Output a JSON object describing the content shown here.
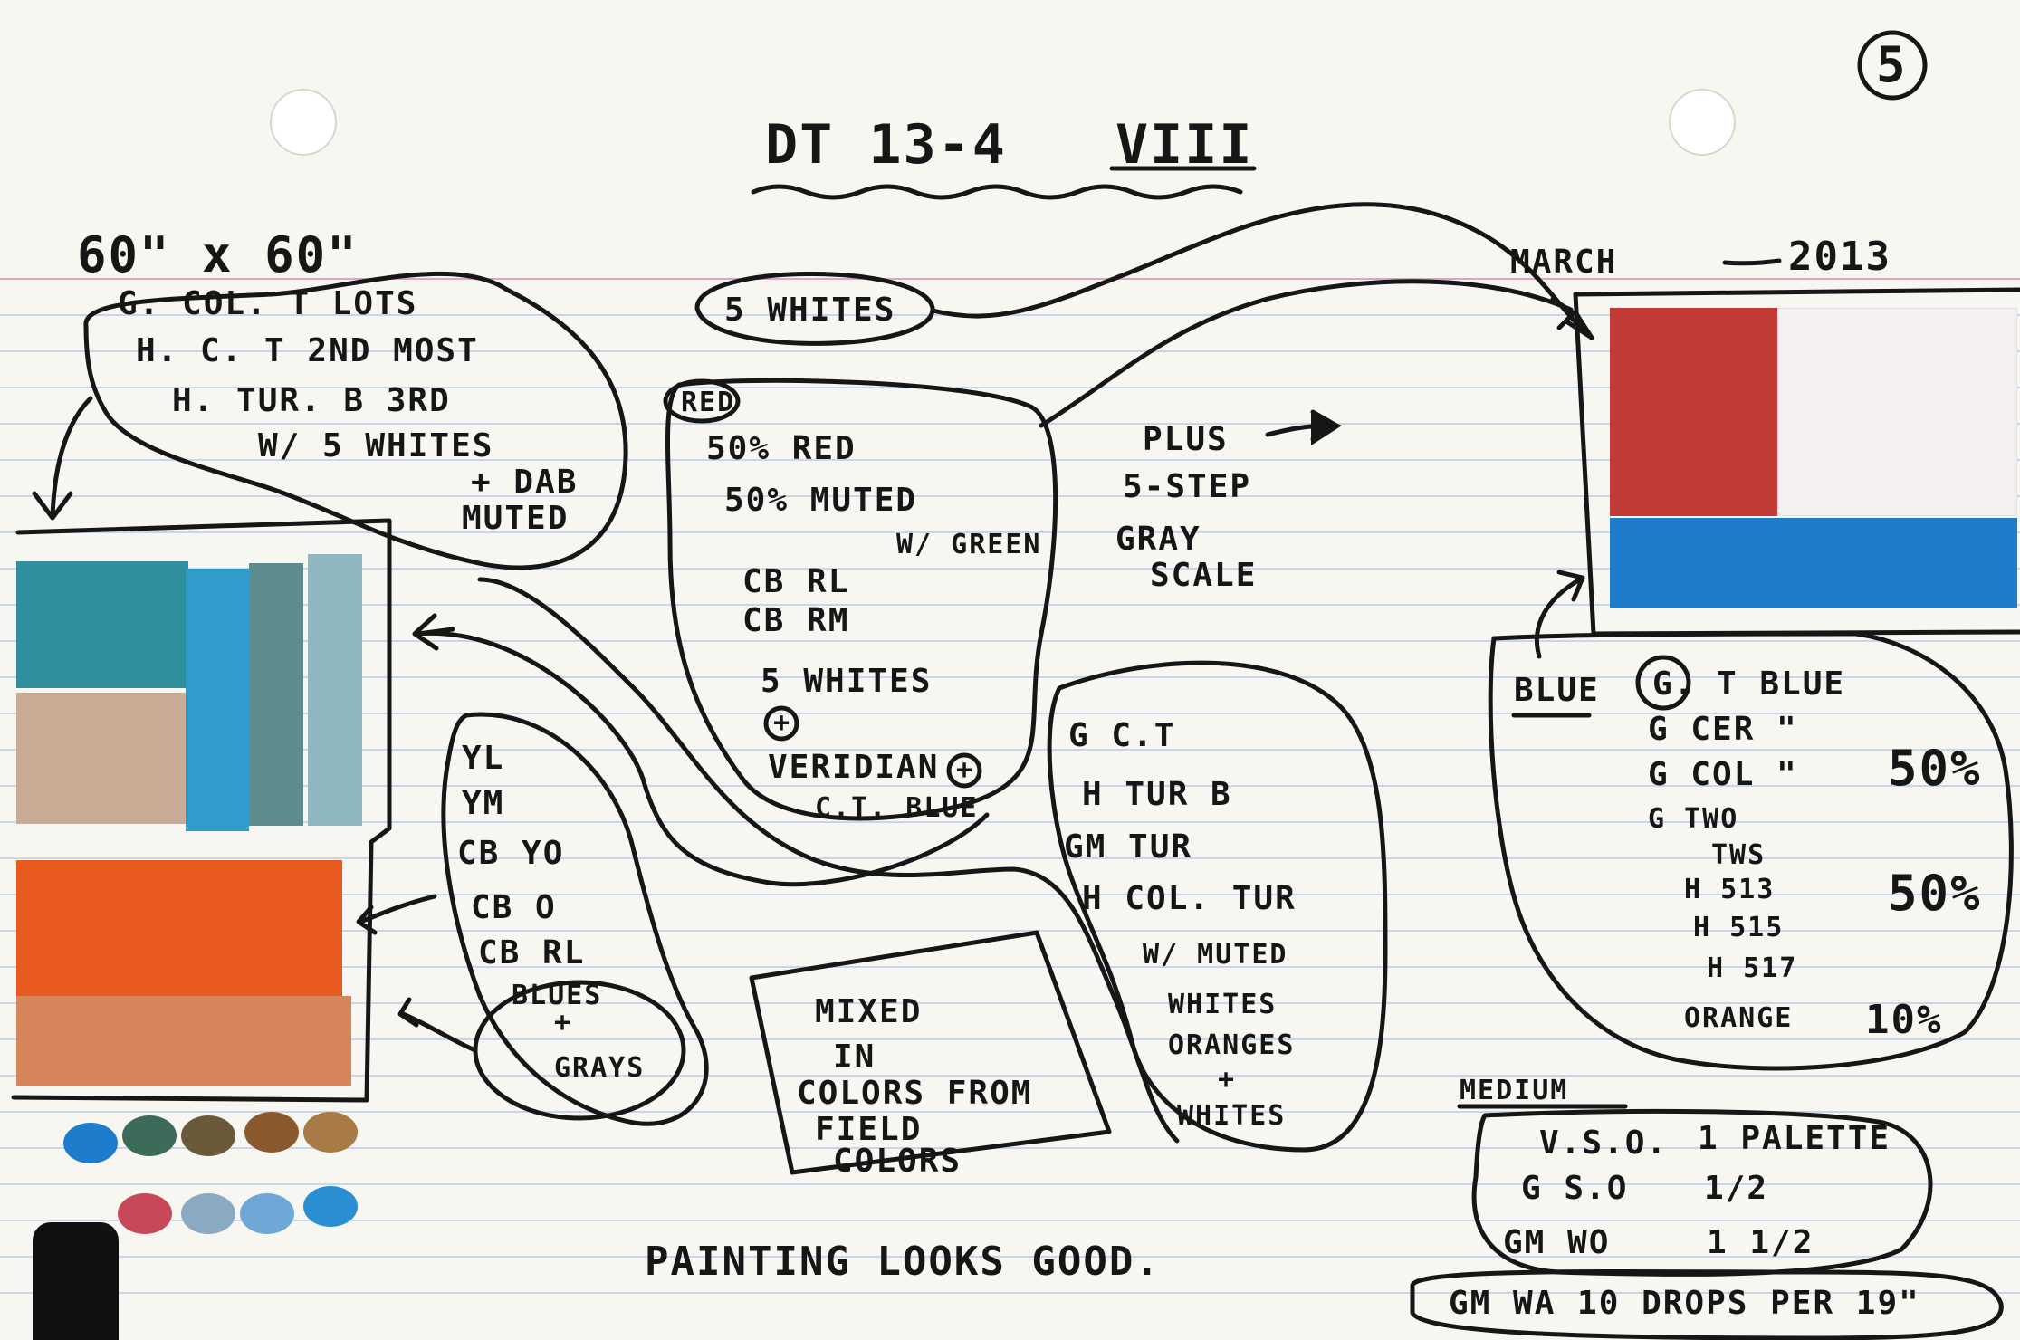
{
  "page_number": "5",
  "title": "DT 13-4",
  "title_numeral": "VIII",
  "size": "60\" x 60\"",
  "date": {
    "month": "MARCH",
    "year": "2013"
  },
  "top_left_notes": [
    "G. COL. T   LOTS",
    "H. C. T   2ND MOST",
    "H. TUR. B   3RD",
    "W/ 5 WHITES",
    "+ DAB",
    "MUTED"
  ],
  "whites_label": "5 WHITES",
  "red_label": "RED",
  "red_notes": [
    "50% RED",
    "50% MUTED",
    "W/ GREEN",
    "CB RL",
    "CB RM",
    "5 WHITES",
    "+",
    "VERIDIAN",
    "+",
    "C.T. BLUE"
  ],
  "plus_notes": [
    "PLUS",
    "5-STEP",
    "GRAY",
    "SCALE"
  ],
  "yellow_notes": [
    "YL",
    "YM",
    "CB YO",
    "CB O",
    "CB RL"
  ],
  "blues_grays": [
    "BLUES",
    "+",
    "GRAYS"
  ],
  "mixed_box": [
    "MIXED",
    "IN",
    "COLORS FROM",
    "FIELD",
    "COLORS"
  ],
  "ct_notes": [
    "G  C.T",
    "H  TUR B",
    "GM  TUR",
    "H  COL. TUR",
    "W/ MUTED",
    "WHITES",
    "ORANGES",
    "+",
    "WHITES"
  ],
  "blue_label": "BLUE",
  "blue_notes": [
    "G. T BLUE",
    "G   CER \"",
    "G   COL  \"",
    "G   TWO",
    "TWS",
    "H   513",
    "H   515",
    "H   517",
    "ORANGE"
  ],
  "percents": [
    "50%",
    "50%",
    "10%"
  ],
  "medium_label": "MEDIUM",
  "medium_rows": [
    {
      "name": "V.S.O.",
      "amount": "1 PALETTE"
    },
    {
      "name": "G S.O",
      "amount": "1/2"
    },
    {
      "name": "GM WO",
      "amount": "1 1/2"
    }
  ],
  "footer_note": "GM WA   10 DROPS PER 19\"",
  "comment": "PAINTING LOOKS GOOD.",
  "colors": {
    "paper": "#f7f6f1",
    "ink": "#161616",
    "rule_blue": "#c9d6ea",
    "rule_red": "#d9a6c8",
    "teal": "#2f8f9f",
    "sky_blue": "#2f9ccc",
    "slate": "#5d8c8f",
    "pale_blue": "#8fb7bf",
    "tan": "#c8ab95",
    "orange": "#e85a1e",
    "salmon": "#d6855a",
    "red": "#c23a35",
    "blue": "#1e7ccc",
    "white_paint": "#f5f1f2",
    "black": "#111111"
  }
}
